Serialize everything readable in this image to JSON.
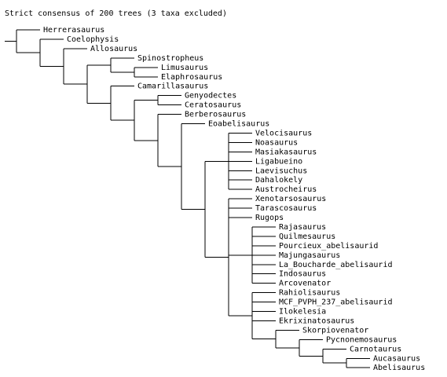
{
  "title": "Strict consensus of 200 trees (3 taxa excluded)",
  "colors": {
    "line": "#000000",
    "text": "#000000",
    "background": "#ffffff"
  },
  "taxa": [
    "Herrerasaurus",
    "Coelophysis",
    "Allosaurus",
    "Spinostropheus",
    "Limusaurus",
    "Elaphrosaurus",
    "Camarillasaurus",
    "Genyodectes",
    "Ceratosaurus",
    "Berberosaurus",
    "Eoabelisaurus",
    "Velocisaurus",
    "Noasaurus",
    "Masiakasaurus",
    "Ligabueino",
    "Laevisuchus",
    "Dahalokely",
    "Austrocheirus",
    "Xenotarsosaurus",
    "Tarascosaurus",
    "Rugops",
    "Rajasaurus",
    "Quilmesaurus",
    "Pourcieux_abelisaurid",
    "Majungasaurus",
    "La_Boucharde_abelisaurid",
    "Indosaurus",
    "Arcovenator",
    "Rahiolisaurus",
    "MCF_PVPH_237_abelisaurid",
    "Ilokelesia",
    "Ekrixinatosaurus",
    "Skorpiovenator",
    "Pycnonemosaurus",
    "Carnotaurus",
    "Aucasaurus",
    "Abelisaurus"
  ],
  "tree": {
    "children": [
      {
        "taxon": 0
      },
      {
        "children": [
          {
            "taxon": 1
          },
          {
            "children": [
              {
                "taxon": 2
              },
              {
                "children": [
                  {
                    "children": [
                      {
                        "taxon": 3
                      },
                      {
                        "children": [
                          {
                            "taxon": 4
                          },
                          {
                            "taxon": 5
                          }
                        ]
                      }
                    ]
                  },
                  {
                    "children": [
                      {
                        "taxon": 6
                      },
                      {
                        "children": [
                          {
                            "children": [
                              {
                                "taxon": 7
                              },
                              {
                                "taxon": 8
                              }
                            ]
                          },
                          {
                            "children": [
                              {
                                "taxon": 9
                              },
                              {
                                "children": [
                                  {
                                    "taxon": 10
                                  },
                                  {
                                    "children": [
                                      {
                                        "children": [
                                          {
                                            "taxon": 11
                                          },
                                          {
                                            "taxon": 12
                                          },
                                          {
                                            "taxon": 13
                                          },
                                          {
                                            "taxon": 14
                                          },
                                          {
                                            "taxon": 15
                                          },
                                          {
                                            "taxon": 16
                                          },
                                          {
                                            "taxon": 17
                                          }
                                        ]
                                      },
                                      {
                                        "children": [
                                          {
                                            "taxon": 18
                                          },
                                          {
                                            "taxon": 19
                                          },
                                          {
                                            "taxon": 20
                                          },
                                          {
                                            "children": [
                                              {
                                                "taxon": 21
                                              },
                                              {
                                                "taxon": 22
                                              },
                                              {
                                                "taxon": 23
                                              },
                                              {
                                                "taxon": 24
                                              },
                                              {
                                                "taxon": 25
                                              },
                                              {
                                                "taxon": 26
                                              },
                                              {
                                                "taxon": 27
                                              }
                                            ]
                                          },
                                          {
                                            "children": [
                                              {
                                                "taxon": 28
                                              },
                                              {
                                                "taxon": 29
                                              },
                                              {
                                                "taxon": 30
                                              },
                                              {
                                                "taxon": 31
                                              },
                                              {
                                                "children": [
                                                  {
                                                    "taxon": 32
                                                  },
                                                  {
                                                    "children": [
                                                      {
                                                        "taxon": 33
                                                      },
                                                      {
                                                        "children": [
                                                          {
                                                            "taxon": 34
                                                          },
                                                          {
                                                            "children": [
                                                              {
                                                                "taxon": 35
                                                              },
                                                              {
                                                                "taxon": 36
                                                              }
                                                            ]
                                                          }
                                                        ]
                                                      }
                                                    ]
                                                  }
                                                ]
                                              }
                                            ]
                                          }
                                        ]
                                      }
                                    ]
                                  }
                                ]
                              }
                            ]
                          }
                        ]
                      }
                    ]
                  }
                ]
              }
            ]
          }
        ]
      }
    ]
  }
}
